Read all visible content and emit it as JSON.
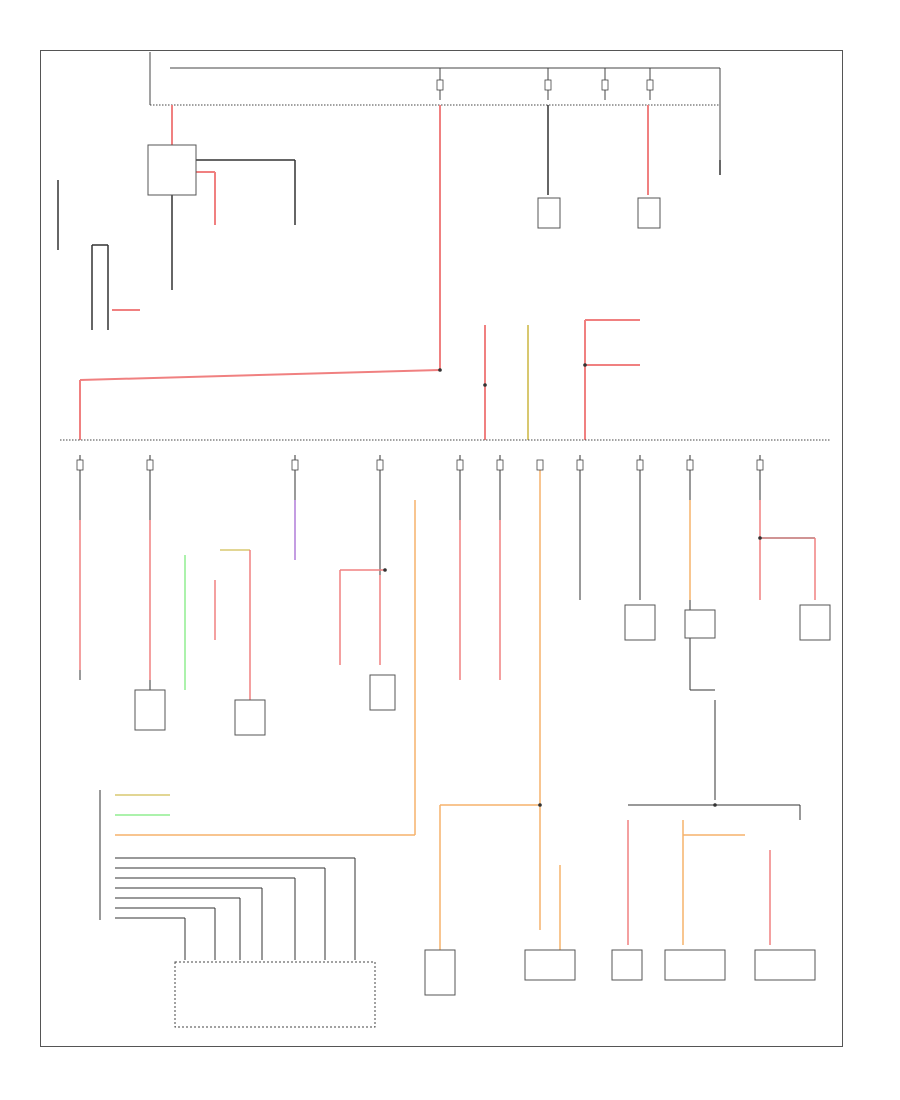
{
  "diagram_id": "",
  "colors": {
    "wire_black": "#333333",
    "wire_red": "#f08080",
    "wire_green": "#90ee90",
    "wire_violet": "#b07cd8",
    "wire_orange": "#f5b26b",
    "wire_yellow": "#d8c870"
  },
  "modules": [
    {
      "id": "fuse_box_tr",
      "text": ""
    },
    {
      "id": "instrument_cluster",
      "text": ""
    },
    {
      "id": "selector_lever",
      "text": ""
    },
    {
      "id": "steering_column",
      "text": ""
    },
    {
      "id": "left_seat",
      "text": ""
    },
    {
      "id": "transfer_box",
      "text": ""
    }
  ]
}
